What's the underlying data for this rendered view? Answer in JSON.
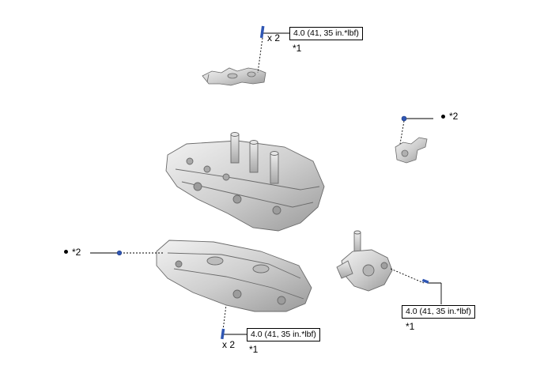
{
  "callouts": {
    "top": {
      "count": "x 2",
      "torque": "4.0 (41, 35 in.*lbf)",
      "note": "*1"
    },
    "right_upper": {
      "note": "*2"
    },
    "left_middle": {
      "note": "*2"
    },
    "right_lower": {
      "torque": "4.0 (41, 35 in.*lbf)",
      "note": "*1"
    },
    "bottom": {
      "count": "x 2",
      "torque": "4.0 (41, 35 in.*lbf)",
      "note": "*1"
    }
  },
  "colors": {
    "fastener": "#2f56b3",
    "leader": "#000000",
    "part_fill": "#d9d9d9",
    "part_stroke": "#6a6a6a"
  }
}
